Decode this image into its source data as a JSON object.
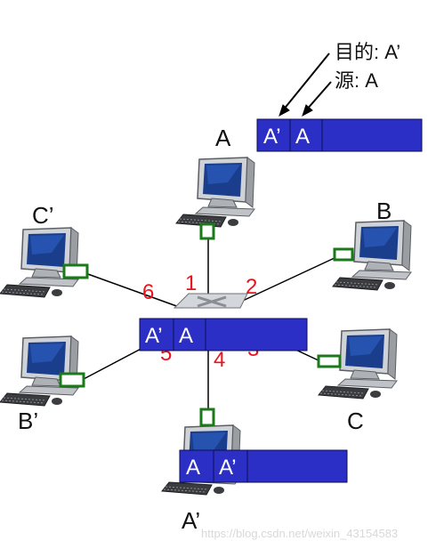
{
  "annotations": {
    "dest_label": "目的: A’",
    "src_label": "源: A"
  },
  "hosts": {
    "A": "A",
    "B": "B",
    "C": "C",
    "A_prime": "A’",
    "B_prime": "B’",
    "C_prime": "C’"
  },
  "ports": [
    "1",
    "2",
    "3",
    "4",
    "5",
    "6"
  ],
  "frames": {
    "top": {
      "dest": "A’",
      "src": "A"
    },
    "middle": {
      "dest": "A’",
      "src": "A"
    },
    "bottom": {
      "first": "A",
      "second": "A’"
    }
  },
  "colors": {
    "frame_fill": "#2b2fc6",
    "port_red": "#e8141b",
    "nic_green": "#1a7a1a"
  },
  "watermark": "https://blog.csdn.net/weixin_43154583"
}
